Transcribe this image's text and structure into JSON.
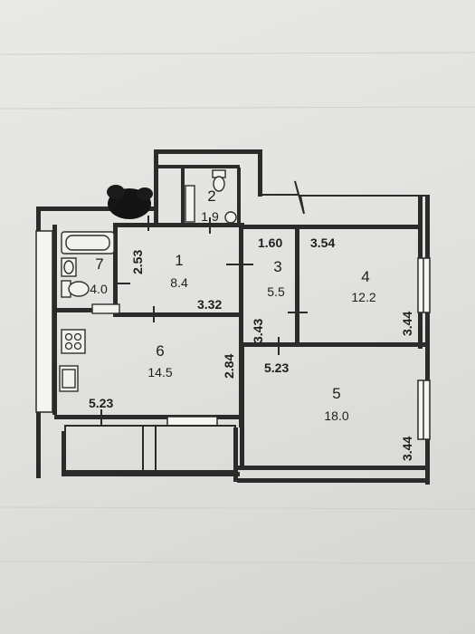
{
  "rooms": [
    {
      "id": "1",
      "number": "1",
      "area": "8.4"
    },
    {
      "id": "2",
      "number": "2",
      "area": "1.9"
    },
    {
      "id": "3",
      "number": "3",
      "area": "5.5"
    },
    {
      "id": "4",
      "number": "4",
      "area": "12.2"
    },
    {
      "id": "5",
      "number": "5",
      "area": "18.0"
    },
    {
      "id": "6",
      "number": "6",
      "area": "14.5"
    },
    {
      "id": "7",
      "number": "7",
      "area": "4.0"
    }
  ],
  "dimensions": {
    "hall_height": "2.53",
    "corridor_width": "1.60",
    "room4_width": "3.54",
    "hall_width": "3.32",
    "corridor_length": "3.43",
    "room4_depth": "3.44",
    "room5_width": "5.23",
    "kitchen_depth": "2.84",
    "kitchen_width": "5.23",
    "room5_depth": "3.44"
  },
  "colors": {
    "paper": "#e6e6e3",
    "ink": "#2b2b2b"
  }
}
